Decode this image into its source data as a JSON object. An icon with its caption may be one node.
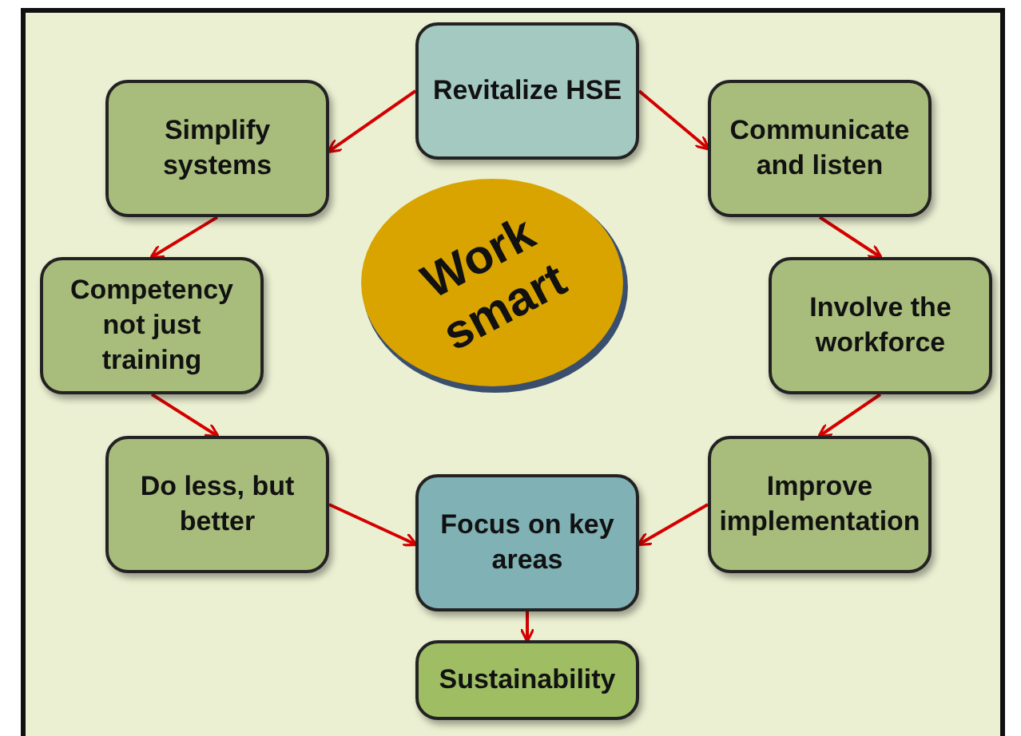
{
  "diagram": {
    "nodes": [
      {
        "text": [
          "Revitalize HSE"
        ]
      },
      {
        "text": [
          "Simplify systems"
        ]
      },
      {
        "text": [
          "Communicate and listen"
        ]
      },
      {
        "text": [
          "Competency not just training"
        ]
      },
      {
        "text": [
          "Involve the workforce"
        ]
      },
      {
        "text": [
          "Do less, but better"
        ]
      },
      {
        "text": [
          "Improve implementation"
        ]
      },
      {
        "text": [
          "Focus on key areas"
        ]
      },
      {
        "text": [
          "Sustainability"
        ]
      },
      {
        "text": [
          "Work smart"
        ]
      }
    ],
    "edges": [
      {
        "from": 0,
        "to": 1,
        "arrow": "to"
      },
      {
        "from": 0,
        "to": 2,
        "arrow": "to"
      },
      {
        "from": 1,
        "to": 3,
        "arrow": "to"
      },
      {
        "from": 2,
        "to": 4,
        "arrow": "to"
      },
      {
        "from": 3,
        "to": 5,
        "arrow": "to"
      },
      {
        "from": 4,
        "to": 6,
        "arrow": "to"
      },
      {
        "from": 5,
        "to": 7,
        "arrow": "to"
      },
      {
        "from": 6,
        "to": 7,
        "arrow": "to"
      },
      {
        "from": 7,
        "to": 8,
        "arrow": "to"
      }
    ]
  }
}
